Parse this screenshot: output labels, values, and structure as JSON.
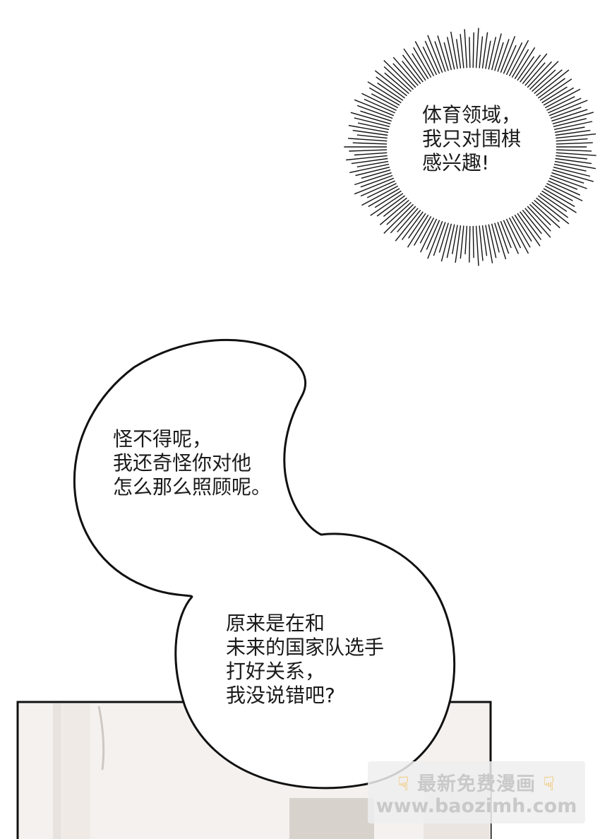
{
  "thought_bubble": {
    "lines": [
      "体育领域，",
      "我只对围棋",
      "感兴趣!"
    ]
  },
  "speech_bubble_top": {
    "lines": [
      "怪不得呢，",
      "我还奇怪你对他",
      "怎么那么照顾呢。"
    ]
  },
  "speech_bubble_bottom": {
    "lines": [
      "原来是在和",
      "未来的国家队选手",
      "打好关系，",
      "我没说错吧?"
    ]
  },
  "watermark": {
    "title": "最新免费漫画",
    "url": "www.baozimh.com",
    "hand_icon": "pointing-down-hand-icon"
  },
  "colors": {
    "ink": "#1a1a1a",
    "panel_bg": "#f3efec",
    "watermark_text": "#c9c9c9",
    "hand": "#f2b233"
  }
}
